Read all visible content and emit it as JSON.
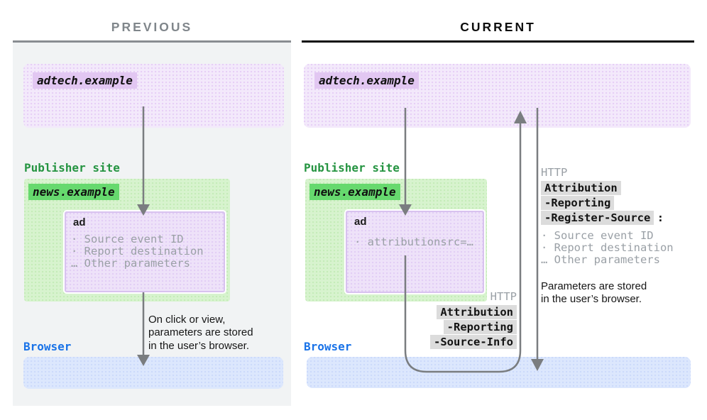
{
  "previous": {
    "title": "PREVIOUS",
    "adtech_domain": "adtech.example",
    "publisher_label": "Publisher site",
    "publisher_domain": "news.example",
    "ad_label": "ad",
    "ad_params": [
      "· Source event ID",
      "· Report destination",
      "… Other parameters"
    ],
    "caption_lines": [
      "On click or view,",
      "parameters are stored",
      "in the user’s browser."
    ],
    "browser_label": "Browser"
  },
  "current": {
    "title": "CURRENT",
    "adtech_domain": "adtech.example",
    "publisher_label": "Publisher site",
    "publisher_domain": "news.example",
    "ad_label": "ad",
    "ad_params": [
      "· attributionsrc=…"
    ],
    "browser_label": "Browser",
    "register_source_block": {
      "protocol": "HTTP",
      "header_lines": [
        "Attribution",
        "-Reporting",
        "-Register-Source"
      ],
      "colon": ":",
      "params": [
        "· Source event ID",
        "· Report destination",
        "… Other parameters"
      ],
      "caption_lines": [
        "Parameters are stored",
        "in the user’s browser."
      ]
    },
    "source_info_block": {
      "protocol": "HTTP",
      "header_lines": [
        "Attribution",
        "-Reporting",
        "-Source-Info"
      ]
    }
  },
  "colors": {
    "adtech_purple_fill": "#f3e9fb",
    "adtech_chip_purple": "#e2c7f2",
    "publisher_green_fill": "#d7f3ce",
    "publisher_chip_green": "#66d96e",
    "publisher_text_green": "#259441",
    "browser_blue_fill": "#dce7fd",
    "browser_text_blue": "#1a73e8",
    "http_chip_gray": "#dcdcdc",
    "muted_gray_text": "#9aa0a6",
    "arrow_gray": "#7a7d80",
    "previous_title_gray": "#80868b",
    "previous_panel_bg": "#f1f3f4"
  }
}
